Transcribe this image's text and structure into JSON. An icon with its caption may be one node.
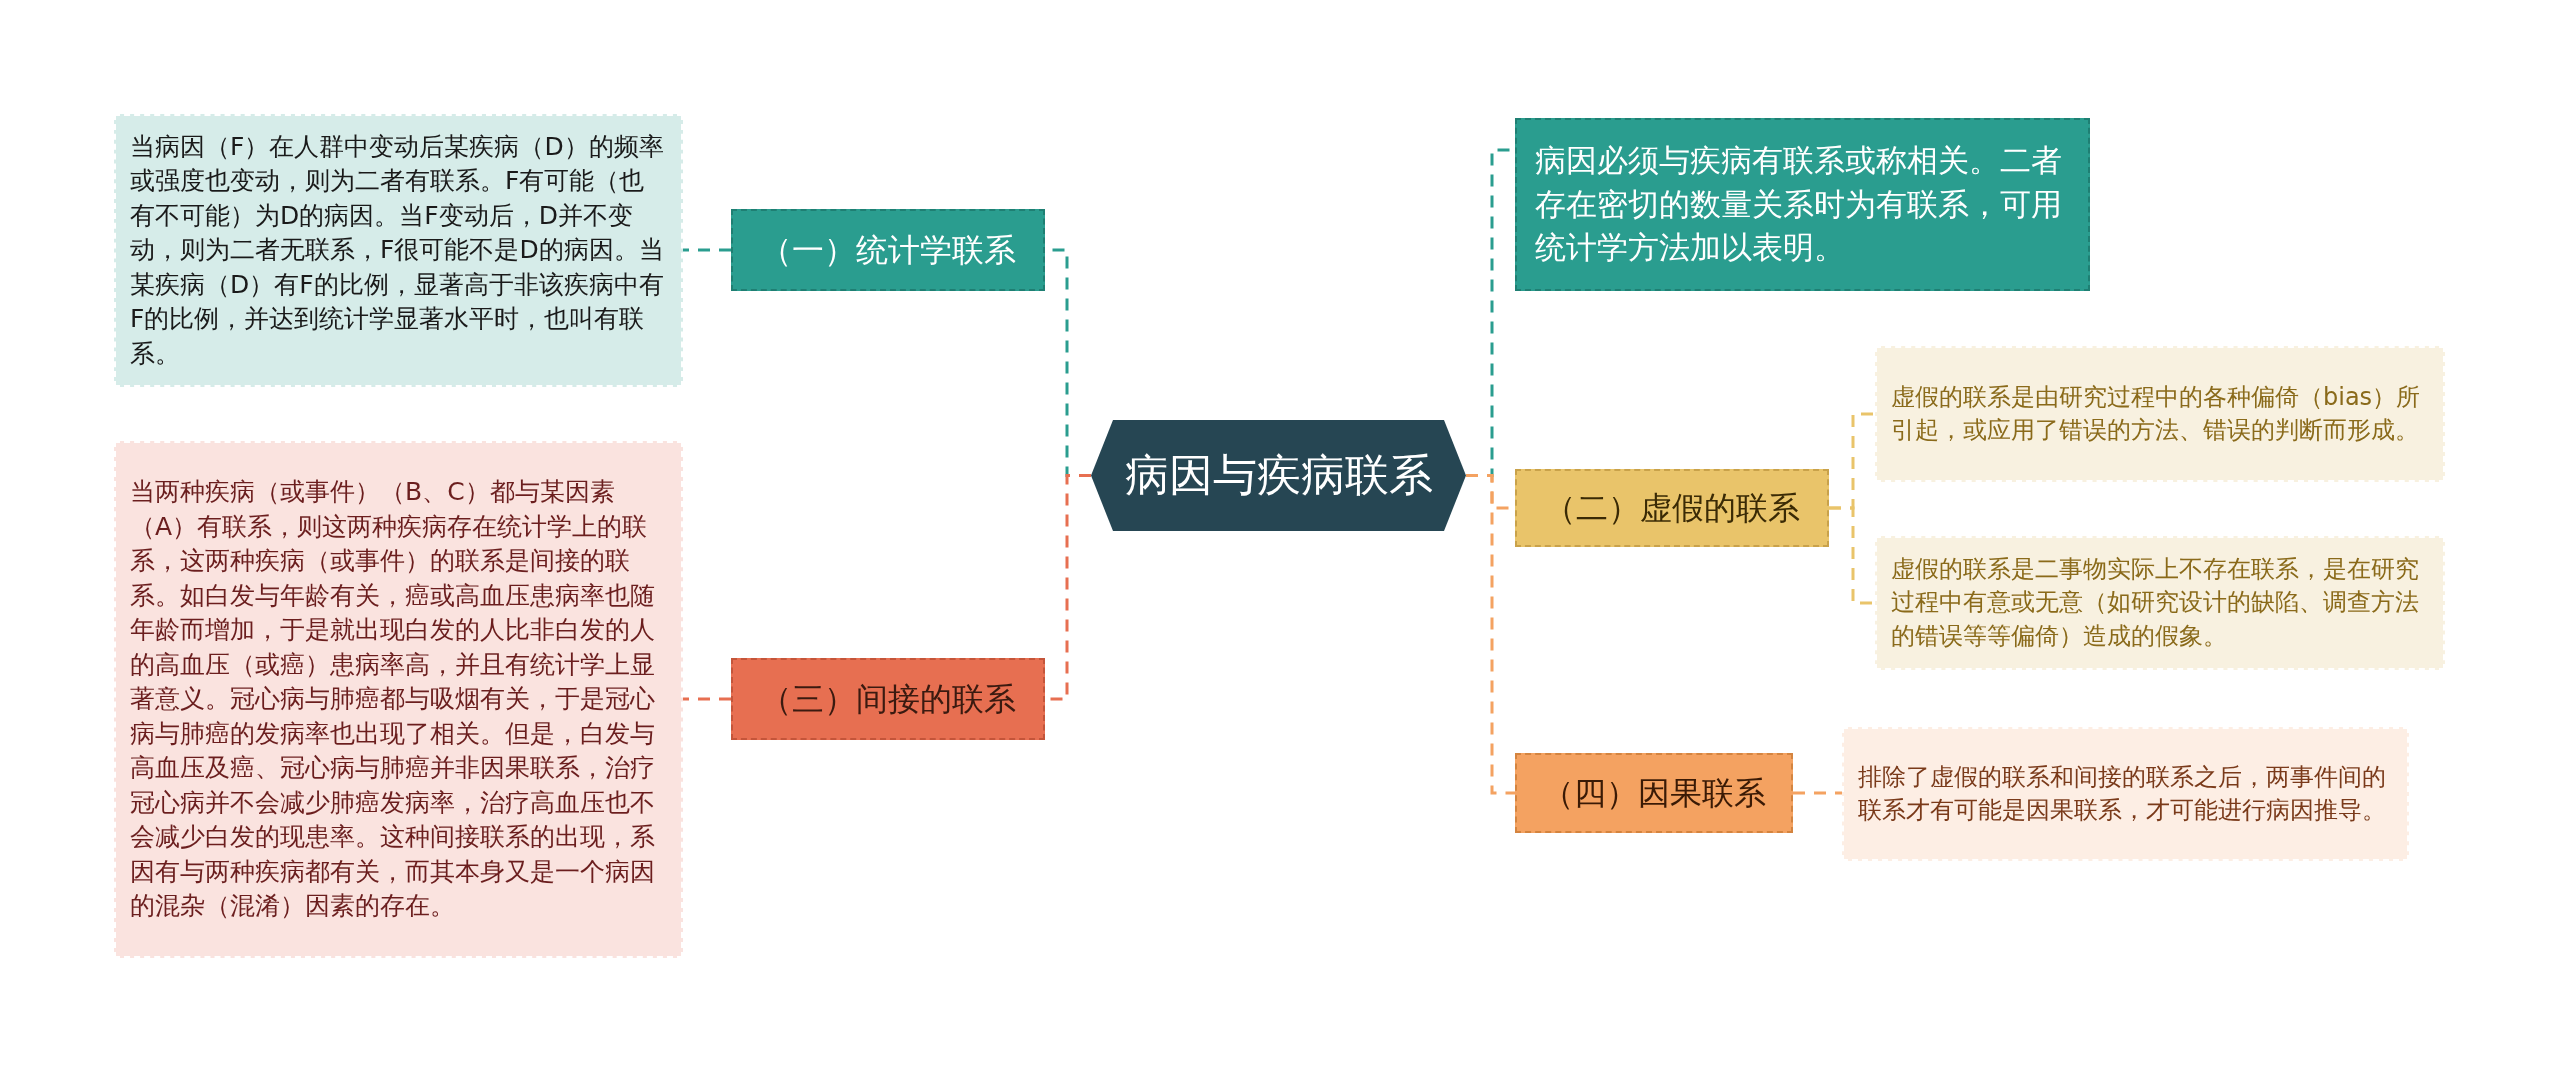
{
  "diagram": {
    "nodes": [
      {
        "text": [
          "病因与疾病联系"
        ]
      },
      {
        "text": [
          "（一）统计学联系"
        ]
      },
      {
        "text": [
          "当病因（F）在人群中变动后某疾病（D）的频率或强度也变动，则为二者有联系。F有可能（也有不可能）为D的病因。当F变动后，D并不变动，则为二者无联系，F很可能不是D的病因。当某疾病（D）有F的比例，显著高于非该疾病中有F的比例，并达到统计学显著水平时，也叫有联系。"
        ]
      },
      {
        "text": [
          "（三）间接的联系"
        ]
      },
      {
        "text": [
          "当两种疾病（或事件）（B、C）都与某因素（A）有联系，则这两种疾病存在统计学上的联系，这两种疾病（或事件）的联系是间接的联系。如白发与年龄有关，癌或高血压患病率也随年龄而增加，于是就出现白发的人比非白发的人的高血压（或癌）患病率高，并且有统计学上显著意义。冠心病与肺癌都与吸烟有关，于是冠心病与肺癌的发病率也出现了相关。但是，白发与高血压及癌、冠心病与肺癌并非因果联系，治疗冠心病并不会减少肺癌发病率，治疗高血压也不会减少白发的现患率。这种间接联系的出现，系因有与两种疾病都有关，而其本身又是一个病因的混杂（混淆）因素的存在。"
        ]
      },
      {
        "text": [
          "病因必须与疾病有联系或称相关。二者存在密切的数量关系时为有联系，可用统计学方法加以表明。"
        ]
      },
      {
        "text": [
          "（二）虚假的联系"
        ]
      },
      {
        "text": [
          "虚假的联系是由研究过程中的各种偏倚（bias）所引起，或应用了错误的方法、错误的判断而形成。"
        ]
      },
      {
        "text": [
          "虚假的联系是二事物实际上不存在联系，是在研究过程中有意或无意（如研究设计的缺陷、调查方法的错误等等偏倚）造成的假象。"
        ]
      },
      {
        "text": [
          "（四）因果联系"
        ]
      },
      {
        "text": [
          "排除了虚假的联系和间接的联系之后，两事件间的联系才有可能是因果联系，才可能进行病因推导。"
        ]
      }
    ],
    "edges": [
      {
        "from": 0,
        "to": 1,
        "arrow": "none",
        "style": "dashed",
        "color": "#2a9d8f"
      },
      {
        "from": 1,
        "to": 2,
        "arrow": "none",
        "style": "dashed",
        "color": "#2a9d8f"
      },
      {
        "from": 0,
        "to": 3,
        "arrow": "none",
        "style": "dashed",
        "color": "#e76f51"
      },
      {
        "from": 3,
        "to": 4,
        "arrow": "none",
        "style": "dashed",
        "color": "#e76f51"
      },
      {
        "from": 0,
        "to": 5,
        "arrow": "none",
        "style": "dashed",
        "color": "#2a9d8f"
      },
      {
        "from": 0,
        "to": 6,
        "arrow": "none",
        "style": "dashed",
        "color": "#f4a261"
      },
      {
        "from": 6,
        "to": 7,
        "arrow": "none",
        "style": "dashed",
        "color": "#e9c46a"
      },
      {
        "from": 6,
        "to": 8,
        "arrow": "none",
        "style": "dashed",
        "color": "#e9c46a"
      },
      {
        "from": 0,
        "to": 9,
        "arrow": "none",
        "style": "dashed",
        "color": "#f4a261"
      },
      {
        "from": 9,
        "to": 10,
        "arrow": "none",
        "style": "dashed",
        "color": "#f4a261"
      }
    ]
  }
}
